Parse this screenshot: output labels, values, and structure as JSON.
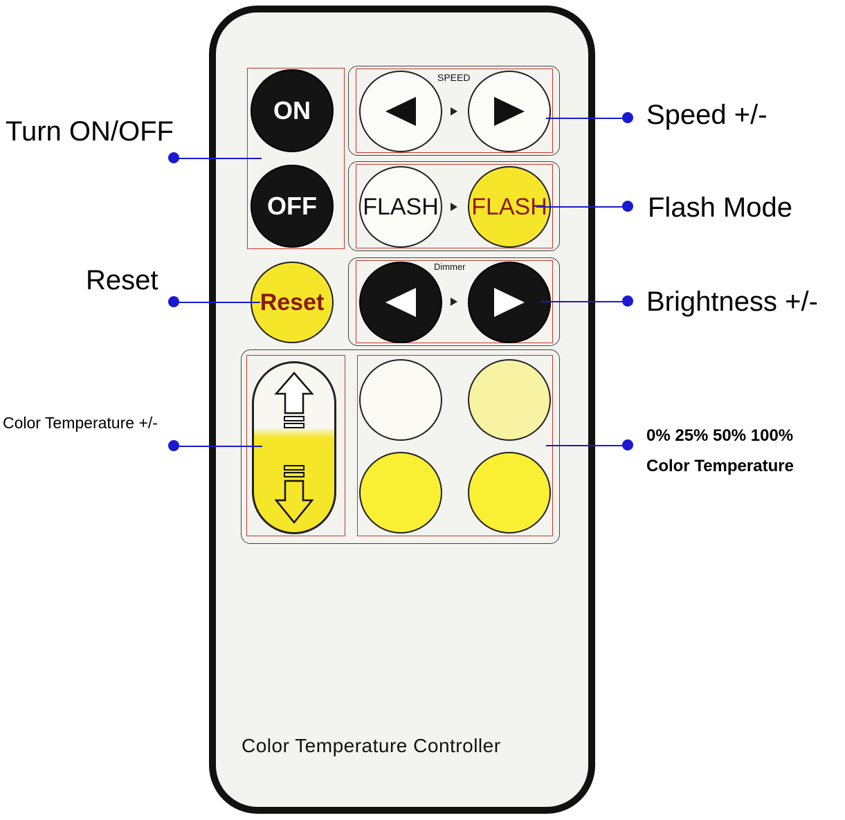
{
  "remote": {
    "speed_caption": "SPEED",
    "dimmer_caption": "Dimmer",
    "on_label": "ON",
    "off_label": "OFF",
    "flash_label_1": "FLASH",
    "flash_label_2": "FLASH",
    "reset_label": "Reset",
    "footer_title": "Color Temperature Controller"
  },
  "callouts": {
    "turn_on_off": "Turn ON/OFF",
    "reset": "Reset",
    "color_temp_adjust": "Color Temperature +/-",
    "speed": "Speed +/-",
    "flash_mode": "Flash Mode",
    "brightness": "Brightness +/-",
    "presets_line1": "0% 25% 50% 100%",
    "presets_line2": "Color Temperature"
  },
  "colors": {
    "callout_line": "#1a1ad0",
    "group_frame": "#c0392b",
    "button_yellow": "#f6e62a",
    "button_black": "#141414"
  },
  "icons": {
    "speed_down": "left-triangle-icon",
    "speed_up": "right-triangle-icon",
    "dimmer_down": "left-triangle-icon",
    "dimmer_up": "right-triangle-icon",
    "temp_up": "up-arrow-icon",
    "temp_down": "down-arrow-icon"
  }
}
